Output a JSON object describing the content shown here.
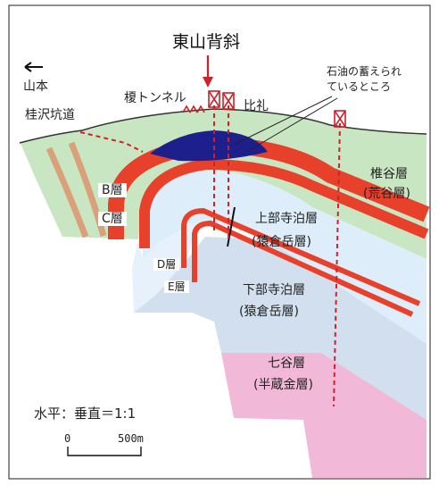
{
  "title": "東山背斜",
  "direction": {
    "label": "山本",
    "arrow": "←"
  },
  "places": {
    "tunnel": "榎トンネル",
    "hirei": "比礼",
    "katsurazawa": "桂沢坑道"
  },
  "oil_note": {
    "line1": "石油の蓄えられ",
    "line2": "ているところ"
  },
  "layers": {
    "b": "B層",
    "c": "C層",
    "d": "D層",
    "e": "E層",
    "shiiya_1": "椎谷層",
    "shiiya_2": "(荒谷層)",
    "upper_1": "上部寺泊層",
    "upper_2": "(猿倉岳層)",
    "lower_1": "下部寺泊層",
    "lower_2": "(猿倉岳層)",
    "nanatani_1": "七谷層",
    "nanatani_2": "(半蔵金層)"
  },
  "scale": {
    "ratio": "水平：垂直＝1:1",
    "zero": "0",
    "length": "500m"
  },
  "colors": {
    "surface_green": "#c9e6c2",
    "red_bed": "#e8412b",
    "oil": "#1d1f8c",
    "upper_blue": "#ddeefa",
    "lower_blue": "#d2dfee",
    "pink": "#f1b8d8",
    "tan": "#d9a07a"
  }
}
